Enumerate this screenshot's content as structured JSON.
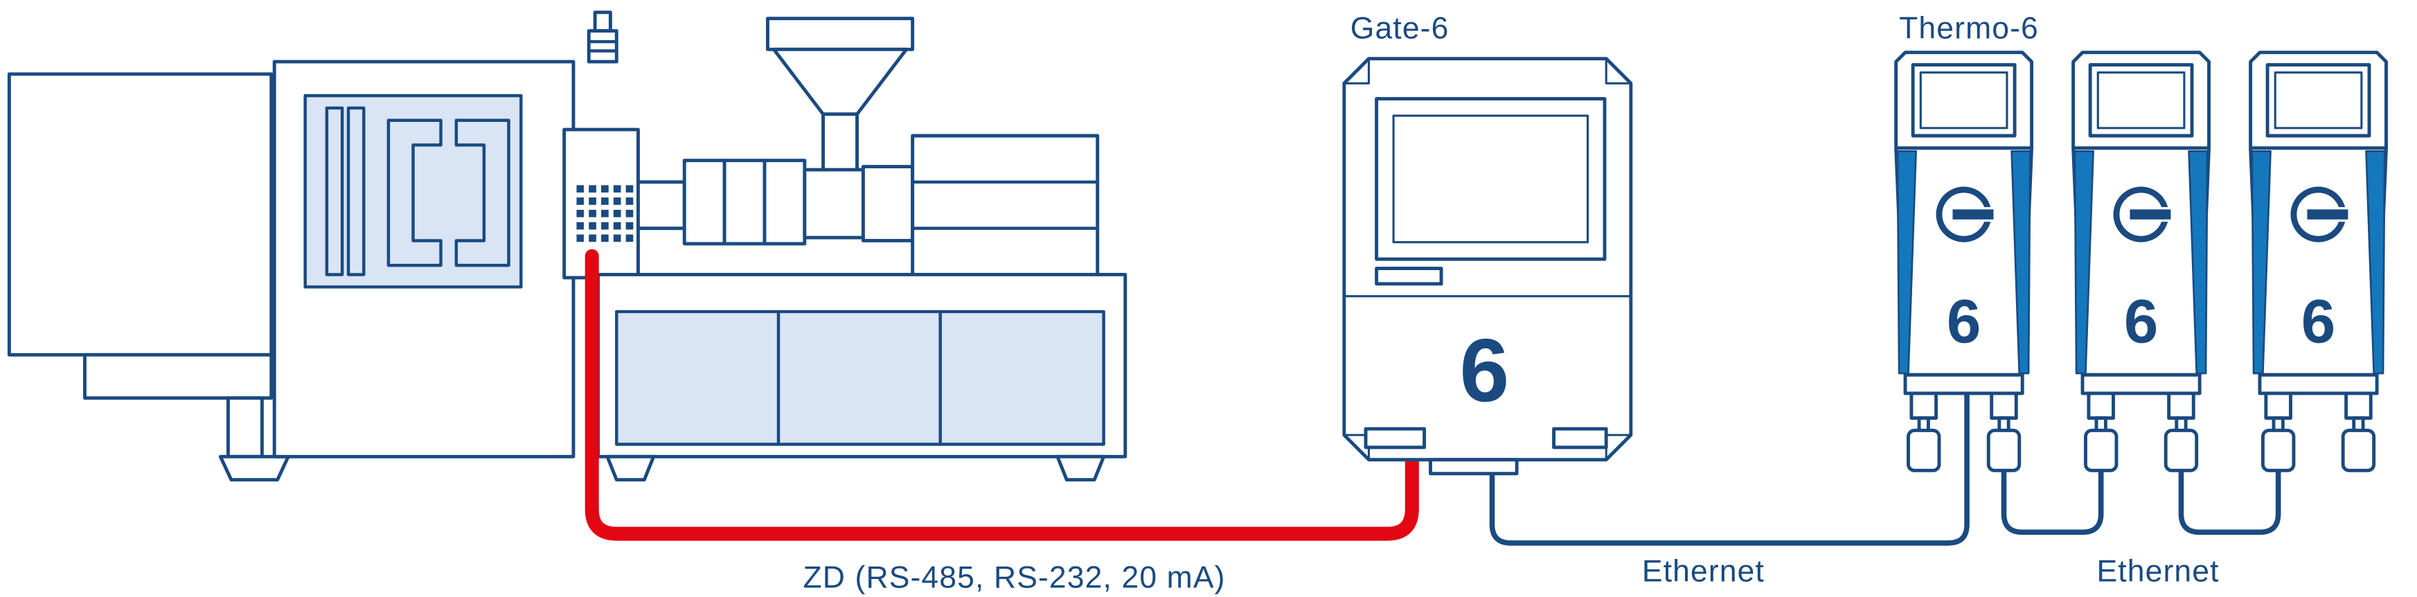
{
  "devices": {
    "gate": {
      "label": "Gate-6",
      "digit": "6"
    },
    "thermo": {
      "label": "Thermo-6",
      "units": [
        {
          "digit": "6"
        },
        {
          "digit": "6"
        },
        {
          "digit": "6"
        }
      ]
    }
  },
  "cables": {
    "zd": {
      "label": "ZD (RS-485, RS-232, 20 mA)"
    },
    "ethernet_left": {
      "label": "Ethernet"
    },
    "ethernet_right": {
      "label": "Ethernet"
    }
  },
  "colors": {
    "outline": "#1a4a80",
    "fill_light": "#d9e4f4",
    "accent_blue": "#1577bc",
    "cable_red": "#e30613",
    "background": "#ffffff"
  }
}
